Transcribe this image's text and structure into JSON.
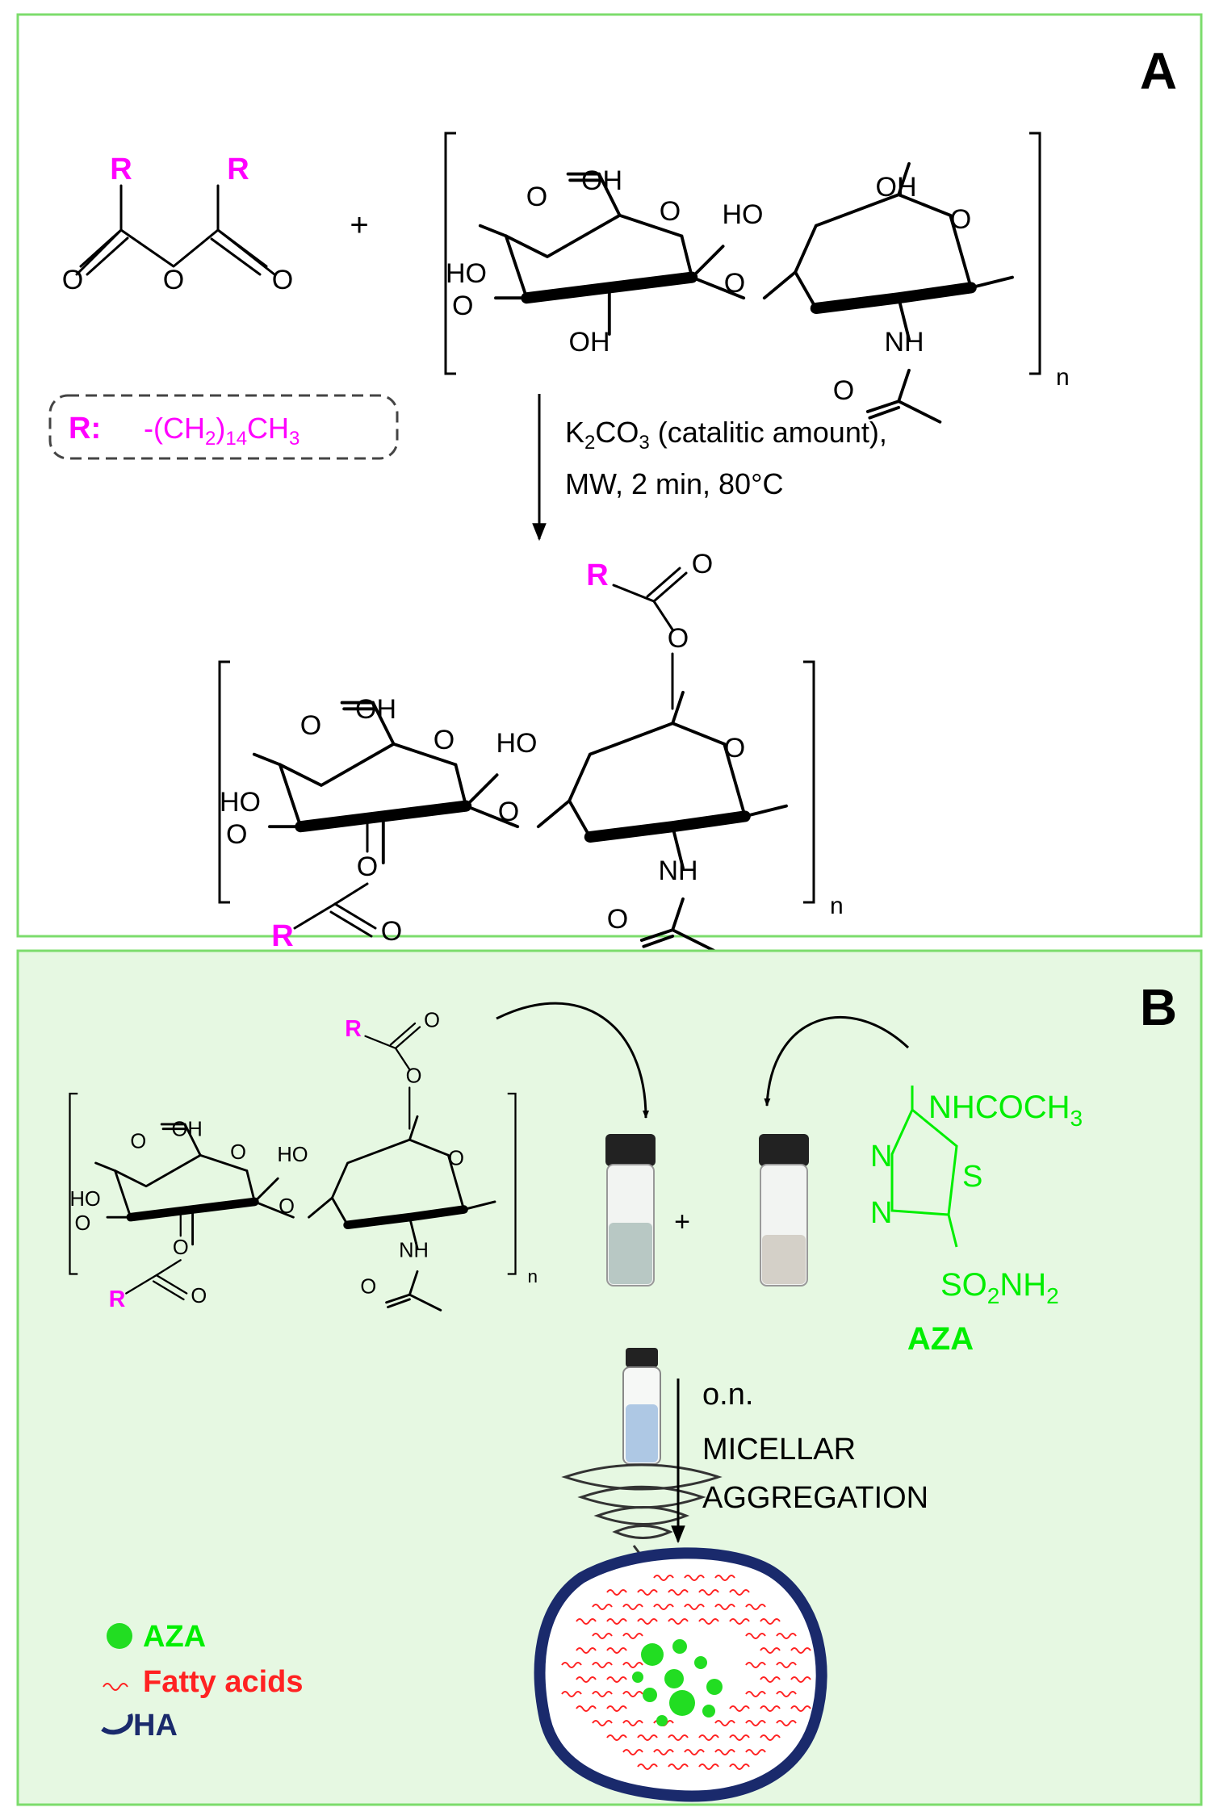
{
  "panel_a": {
    "label": "A",
    "plus": "+",
    "r": "R",
    "r_def_label": "R:",
    "r_def_formula": "-(CH2)14CH3",
    "conditions_line1": "K2CO3 (catalitic amount),",
    "conditions_line2": "MW, 2 min, 80°C",
    "atoms": {
      "o": "O",
      "oh": "OH",
      "ho": "HO",
      "nh": "NH",
      "n": "n"
    }
  },
  "panel_b": {
    "label": "B",
    "plus": "+",
    "aza_name": "AZA",
    "aza_group_top": "NHCOCH3",
    "aza_group_bottom": "SO2NH2",
    "aza_n": "N",
    "aza_s": "S",
    "step_time": "o.n.",
    "step_line1": "MICELLAR",
    "step_line2": "AGGREGATION",
    "legend": [
      {
        "label": "AZA",
        "color": "#22dd22"
      },
      {
        "label": "Fatty acids",
        "color": "#ff2222"
      },
      {
        "label": "HA",
        "color": "#1a2a6c"
      }
    ]
  },
  "colors": {
    "frame": "#7cdc6c",
    "panel_b_bg": "#e6f8e2",
    "r_group": "#ff00ff",
    "aza": "#00ee00"
  }
}
